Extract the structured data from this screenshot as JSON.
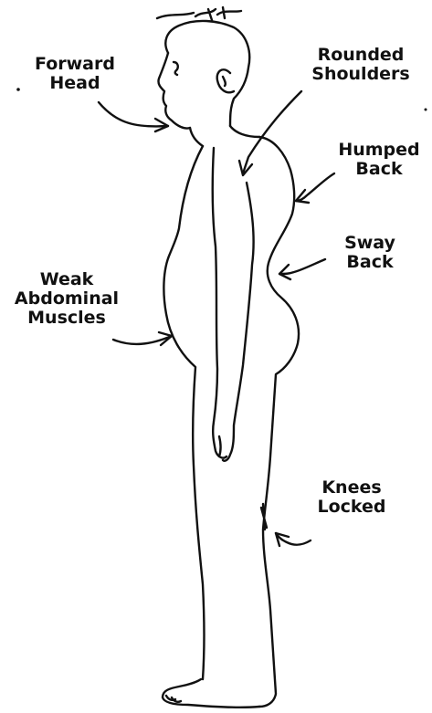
{
  "labels": {
    "forward_head": {
      "line1": "Forward",
      "line2": "Head"
    },
    "rounded_shoulders": {
      "line1": "Rounded",
      "line2": "Shoulders"
    },
    "humped_back": {
      "line1": "Humped",
      "line2": "Back"
    },
    "sway_back": {
      "line1": "Sway",
      "line2": "Back"
    },
    "weak_abdominal": {
      "line1": "Weak",
      "line2": "Abdominal",
      "line3": "Muscles"
    },
    "knees_locked": {
      "line1": "Knees",
      "line2": "Locked"
    }
  },
  "colors": {
    "ink": "#111111",
    "background": "#ffffff"
  }
}
